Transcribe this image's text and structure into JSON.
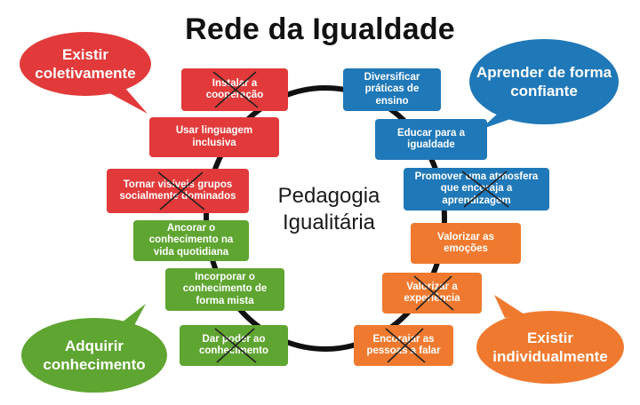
{
  "title": "Rede da Igualdade",
  "center_label": "Pedagogia Igualitária",
  "bubbles": {
    "top_left": "Existir coletivamente",
    "top_right": "Aprender de forma confiante",
    "bottom_left": "Adquirir conhecimento",
    "bottom_right": "Existir individualmente"
  },
  "boxes": {
    "cooperacao": "Instalar a cooperação",
    "linguagem": "Usar linguagem inclusiva",
    "grupos": "Tornar visíveis grupos socialmente dominados",
    "ancorar": "Ancorar o conhecimento na vida quotidiana",
    "incorporar": "Incorporar o conhecimento de forma mista",
    "poder": "Dar poder ao conhecimento",
    "diversificar": "Diversificar práticas de ensino",
    "educar": "Educar para a igualdade",
    "atmosfera": "Promover uma atmosfera que encoraja a aprendizagem",
    "emocoes": "Valorizar as emoções",
    "experiencia": "Valorizar a experiência",
    "encorajar": "Encorajar as pessoas a falar"
  },
  "colors": {
    "red": "#e23a3a",
    "green": "#5fa531",
    "blue": "#1f78b8",
    "orange": "#ef7a2f"
  }
}
